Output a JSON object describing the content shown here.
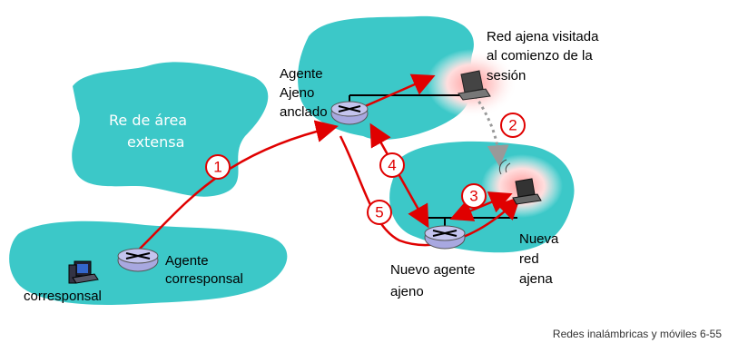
{
  "labels": {
    "foreign_net_visited_1": "Red ajena visitada",
    "foreign_net_visited_2": "al comienzo de la",
    "foreign_net_visited_3": "sesión",
    "anchor_agent_1": "Agente",
    "anchor_agent_2": "Ajeno",
    "anchor_agent_3": "anclado",
    "wan_1": "Re de área",
    "wan_2": "extensa",
    "corr_agent_1": "Agente",
    "corr_agent_2": "corresponsal",
    "correspondent": "corresponsal",
    "new_agent_1": "Nuevo agente",
    "new_agent_2": "ajeno",
    "new_net_1": "Nueva",
    "new_net_2": "red",
    "new_net_3": "ajena"
  },
  "steps": [
    "1",
    "2",
    "3",
    "4",
    "5"
  ],
  "footer": "Redes inalámbricas y móviles  6-55",
  "colors": {
    "cloud": "#3cc8c8",
    "arrow": "#e00000",
    "router": "#a8a8e0"
  }
}
